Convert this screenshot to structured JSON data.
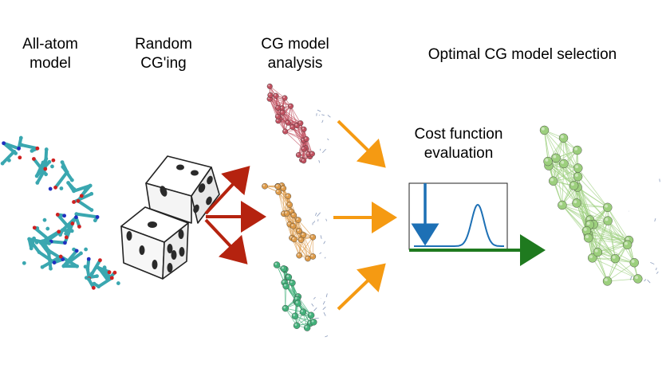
{
  "titles": {
    "all_atom": [
      "All-atom",
      "model"
    ],
    "random_cg": [
      "Random",
      "CG'ing"
    ],
    "cg_analysis": [
      "CG model",
      "analysis"
    ],
    "selection": "Optimal CG model selection",
    "cost_function": [
      "Cost function",
      "evaluation"
    ]
  },
  "colors": {
    "dice_arrow": "#b5230f",
    "orange_arrow": "#f59a12",
    "green_arrow": "#1f7a1f",
    "blue": "#1d70b5",
    "cg_red": "#c0505f",
    "cg_orange": "#dd9a48",
    "cg_green": "#42b07a",
    "final_green": "#9ccf7d",
    "atom_carbon": "#3aa7b0",
    "atom_oxygen": "#d02020",
    "atom_nitrogen": "#2030c0"
  },
  "icons": [
    "molecule-atomistic",
    "dice",
    "cg-network",
    "cost-curve"
  ]
}
